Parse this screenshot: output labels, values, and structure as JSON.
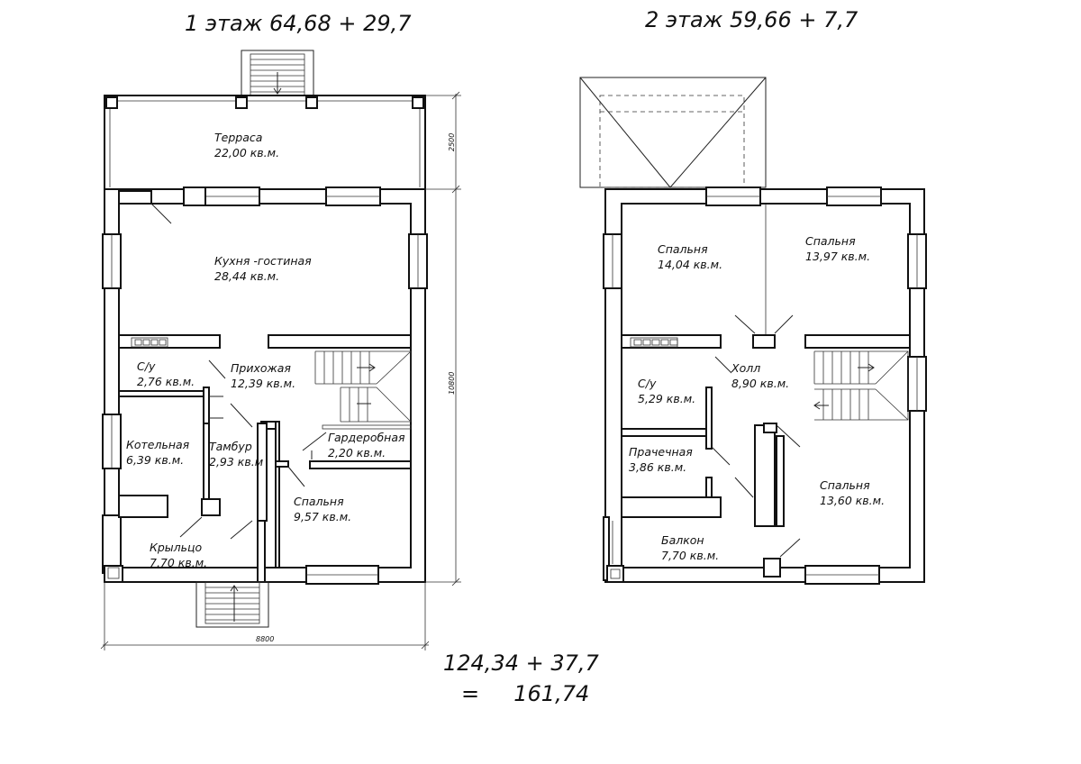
{
  "floor1": {
    "title": "1 этаж 64,68 + 29,7",
    "rooms": [
      {
        "name": "Терраса",
        "area": "22,00 кв.м."
      },
      {
        "name": "Кухня -гостиная",
        "area": "28,44 кв.м."
      },
      {
        "name": "С/у",
        "area": "2,76 кв.м."
      },
      {
        "name": "Прихожая",
        "area": "12,39 кв.м."
      },
      {
        "name": "Гардеробная",
        "area": "2,20 кв.м."
      },
      {
        "name": "Котельная",
        "area": "6,39 кв.м."
      },
      {
        "name": "Тамбур",
        "area": "2,93 кв.м"
      },
      {
        "name": "Спальня",
        "area": "9,57 кв.м."
      },
      {
        "name": "Крыльцо",
        "area": "7,70 кв.м."
      }
    ],
    "dims": {
      "terrace_depth": "2500",
      "height": "10800",
      "width": "8800"
    }
  },
  "floor2": {
    "title": "2 этаж 59,66 + 7,7",
    "rooms": [
      {
        "name": "Спальня",
        "area": "14,04 кв.м."
      },
      {
        "name": "Спальня",
        "area": "13,97 кв.м."
      },
      {
        "name": "С/у",
        "area": "5,29 кв.м."
      },
      {
        "name": "Холл",
        "area": "8,90 кв.м."
      },
      {
        "name": "Прачечная",
        "area": "3,86 кв.м."
      },
      {
        "name": "Спальня",
        "area": "13,60 кв.м."
      },
      {
        "name": "Балкон",
        "area": "7,70 кв.м."
      }
    ]
  },
  "totals": {
    "line1": "124,34 + 37,7",
    "line2": "=     161,74"
  }
}
